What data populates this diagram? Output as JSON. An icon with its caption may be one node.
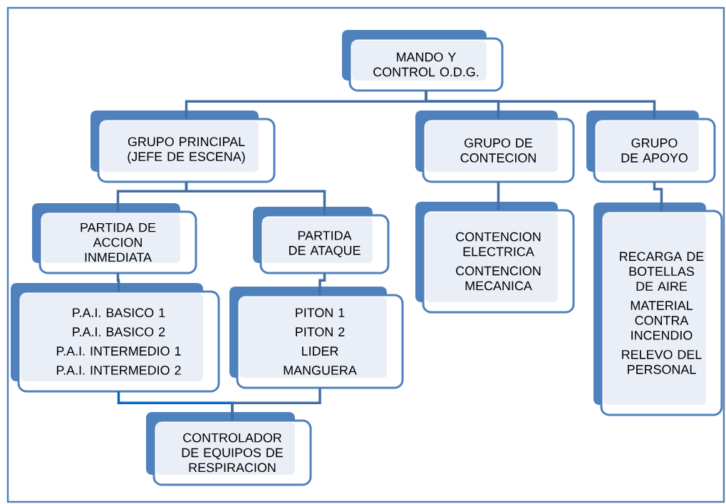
{
  "diagram": {
    "nodes": [
      {
        "text": [
          "MANDO Y CONTROL O.D.G."
        ]
      },
      {
        "text": [
          "GRUPO PRINCIPAL (JEFE DE ESCENA)"
        ]
      },
      {
        "text": [
          "GRUPO DE CONTECION"
        ]
      },
      {
        "text": [
          "GRUPO DE APOYO"
        ]
      },
      {
        "text": [
          "PARTIDA DE ACCION INMEDIATA"
        ]
      },
      {
        "text": [
          "PARTIDA DE ATAQUE"
        ]
      },
      {
        "text": [
          "P.A.I. BASICO 1",
          "P.A.I. BASICO 2",
          "P.A.I. INTERMEDIO 1",
          "P.A.I. INTERMEDIO 2"
        ]
      },
      {
        "text": [
          "PITON 1",
          "PITON 2",
          "LIDER",
          "MANGUERA"
        ]
      },
      {
        "text": [
          "CONTENCION ELECTRICA",
          "CONTENCION MECANICA"
        ]
      },
      {
        "text": [
          "RECARGA DE BOTELLAS DE AIRE",
          "MATERIAL CONTRA INCENDIO",
          "RELEVO DEL PERSONAL"
        ]
      },
      {
        "text": [
          "CONTROLADOR DE EQUIPOS DE RESPIRACION"
        ]
      }
    ],
    "edges": [
      {
        "from": 0,
        "to": 1,
        "arrow": "none"
      },
      {
        "from": 0,
        "to": 2,
        "arrow": "none"
      },
      {
        "from": 0,
        "to": 3,
        "arrow": "none"
      },
      {
        "from": 1,
        "to": 4,
        "arrow": "none"
      },
      {
        "from": 1,
        "to": 5,
        "arrow": "none"
      },
      {
        "from": 4,
        "to": 6,
        "arrow": "none"
      },
      {
        "from": 5,
        "to": 7,
        "arrow": "none"
      },
      {
        "from": 2,
        "to": 8,
        "arrow": "none"
      },
      {
        "from": 3,
        "to": 9,
        "arrow": "none"
      },
      {
        "from": 6,
        "to": 10,
        "arrow": "none",
        "color": "#0066cc"
      },
      {
        "from": 7,
        "to": 10,
        "arrow": "none"
      }
    ]
  }
}
